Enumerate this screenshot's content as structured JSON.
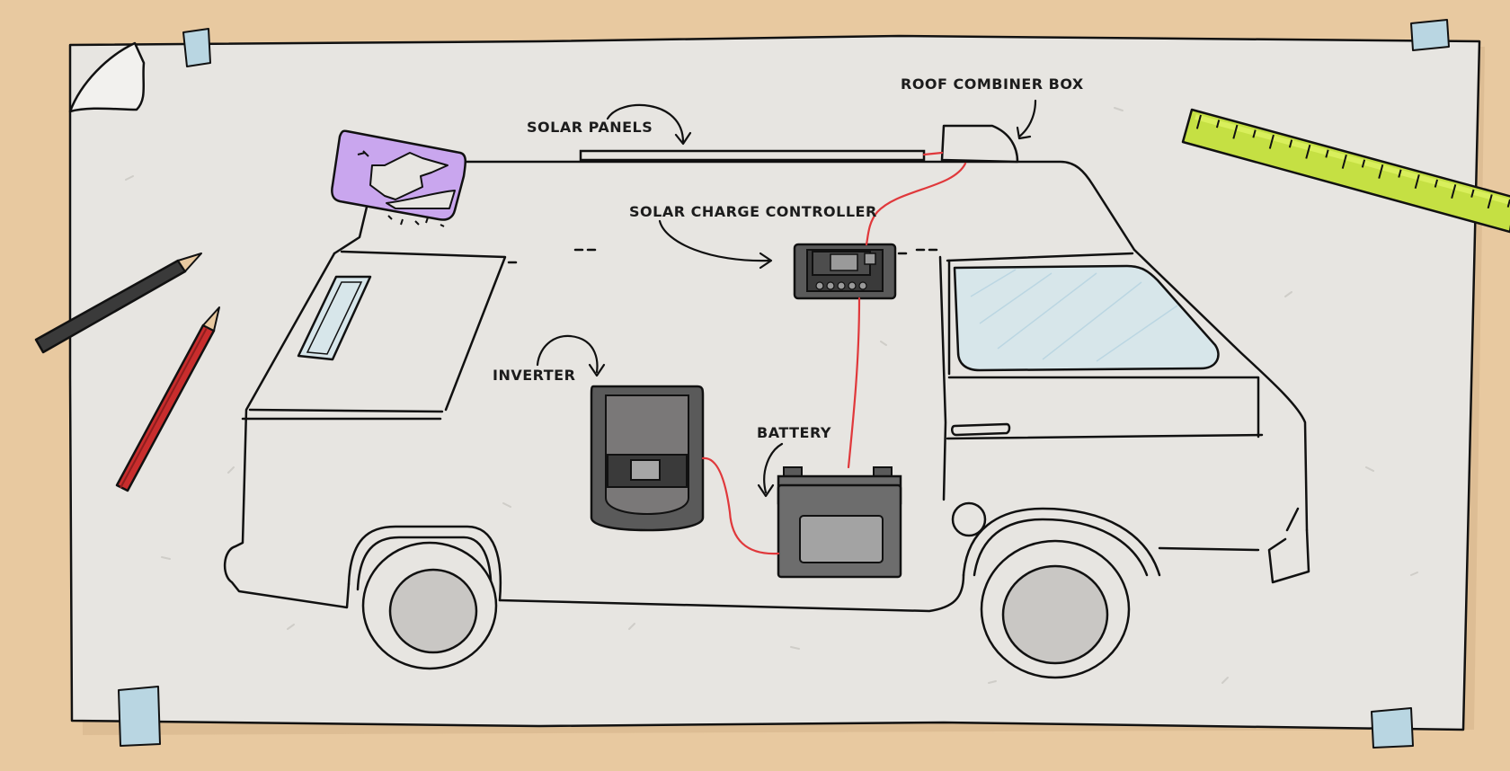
{
  "labels": {
    "solar_panels": "SOLAR PANELS",
    "roof_combiner_box": "ROOF COMBINER BOX",
    "solar_charge_controller": "SOLAR CHARGE CONTROLLER",
    "inverter": "INVERTER",
    "battery": "BATTERY"
  },
  "colors": {
    "table": "#e8c9a0",
    "paper": "#e7e5e1",
    "ink": "#111111",
    "wire": "#e0383b",
    "sticker": "#c9a6ee",
    "ruler": "#c5e043",
    "tape": "#b9d6e2",
    "device": "#5a5a5a"
  },
  "icons": [
    "van-outline",
    "solar-panel",
    "combiner-box",
    "charge-controller",
    "inverter",
    "battery",
    "pencil-icon",
    "ruler-icon",
    "tape-icon",
    "sticker-icon"
  ]
}
